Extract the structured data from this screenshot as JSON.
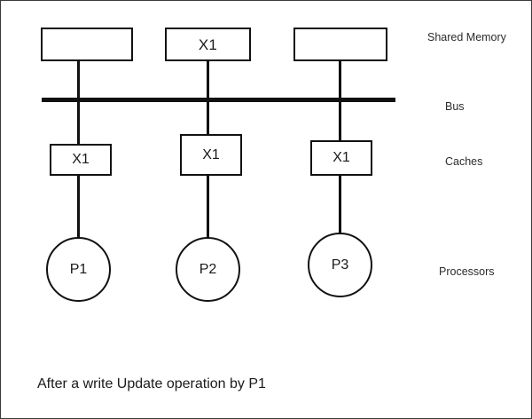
{
  "diagram": {
    "title_caption": "After a write Update operation by P1",
    "colors": {
      "stroke": "#111111",
      "background": "#ffffff",
      "border": "#3b3b3b",
      "text": "#1a1a1a",
      "label_text": "#2b2b2b"
    },
    "row_labels": [
      {
        "key": "shared_memory",
        "label": "Shared Memory"
      },
      {
        "key": "bus",
        "label": "Bus"
      },
      {
        "key": "caches",
        "label": "Caches"
      },
      {
        "key": "processors",
        "label": "Processors"
      }
    ],
    "memory_blocks": [
      {
        "id": "mem-1",
        "value": ""
      },
      {
        "id": "mem-2",
        "value": "X1"
      },
      {
        "id": "mem-3",
        "value": ""
      }
    ],
    "caches": [
      {
        "id": "cache-1",
        "value": "X1"
      },
      {
        "id": "cache-2",
        "value": "X1"
      },
      {
        "id": "cache-3",
        "value": "X1"
      }
    ],
    "processors": [
      {
        "id": "proc-1",
        "value": "P1"
      },
      {
        "id": "proc-2",
        "value": "P2"
      },
      {
        "id": "proc-3",
        "value": "P3"
      }
    ]
  }
}
